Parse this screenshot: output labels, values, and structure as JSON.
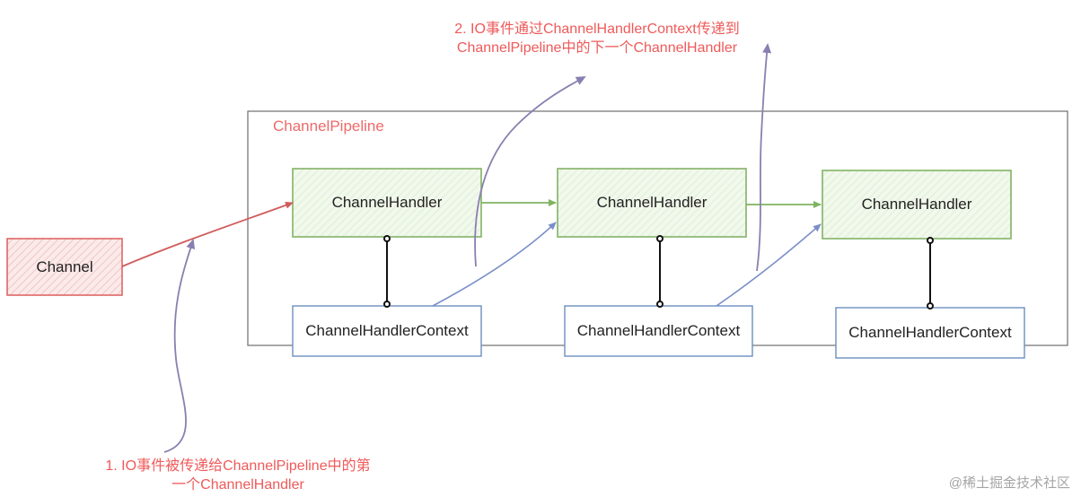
{
  "pipeline": {
    "title": "ChannelPipeline"
  },
  "channel": {
    "label": "Channel"
  },
  "handlers": [
    {
      "label": "ChannelHandler"
    },
    {
      "label": "ChannelHandler"
    },
    {
      "label": "ChannelHandler"
    }
  ],
  "contexts": [
    {
      "label": "ChannelHandlerContext"
    },
    {
      "label": "ChannelHandlerContext"
    },
    {
      "label": "ChannelHandlerContext"
    }
  ],
  "notes": {
    "note1_line1": "1. IO事件被传递给ChannelPipeline中的第",
    "note1_line2": "一个ChannelHandler",
    "note2_line1": "2. IO事件通过ChannelHandlerContext传递到",
    "note2_line2": "ChannelPipeline中的下一个ChannelHandler"
  },
  "watermark": "@稀土掘金技术社区",
  "colors": {
    "red": "#e06666",
    "green": "#82b366",
    "blue": "#6c8ebf",
    "purple": "#8a7fb0",
    "note_text": "#ef5a5a"
  }
}
